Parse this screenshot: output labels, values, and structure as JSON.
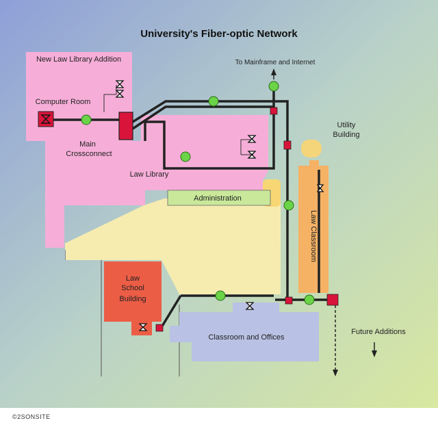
{
  "title": "University's Fiber-optic Network",
  "labels": {
    "new_law_library_addition": "New Law Library Addition",
    "computer_room": "Computer Room",
    "main_crossconnect_1": "Main",
    "main_crossconnect_2": "Crossconnect",
    "law_library": "Law Library",
    "administration": "Administration",
    "to_mainframe": "To Mainframe and Internet",
    "utility_building_1": "Utility",
    "utility_building_2": "Building",
    "law_classroom": "Law Classroom",
    "law_school_1": "Law",
    "law_school_2": "School",
    "law_school_3": "Building",
    "classroom_offices": "Classroom and Offices",
    "future_additions": "Future Additions"
  },
  "credit": "©2SONSITE",
  "colors": {
    "pink": "#f6aed8",
    "cream": "#f6ecb0",
    "green_bar": "#c9e89a",
    "orange": "#f5b265",
    "red_building": "#ec5d46",
    "lavender": "#b9c1e4",
    "node_red": "#d9143a",
    "splice_green": "#6bd348"
  },
  "icons": [
    "switch-icon",
    "splice-icon",
    "connector-icon",
    "arrow-icon"
  ]
}
